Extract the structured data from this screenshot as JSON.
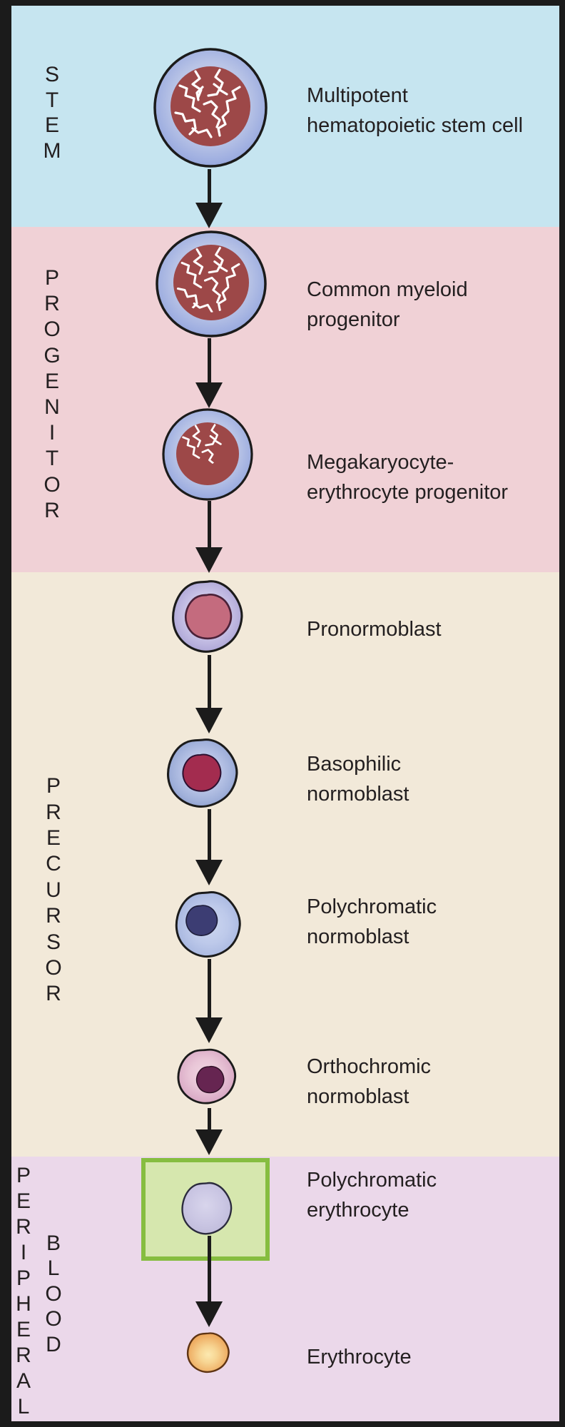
{
  "palette": {
    "frame_border": "#1b1b1b",
    "text": "#231f20",
    "arrow": "#1b1b1b",
    "highlight_box_fill": "#d6e7ae",
    "highlight_box_border": "#86bd40",
    "chromatin_lines": "#ffffff"
  },
  "bands": [
    {
      "label": "STEM",
      "color": "#c6e5f0"
    },
    {
      "label": "PROGENITOR",
      "color": "#f0d1d6"
    },
    {
      "label": "PRECURSOR",
      "color": "#f2e9d9"
    },
    {
      "label": "PERIPHERAL",
      "label_secondary": "BLOOD",
      "color": "#ebd8ea"
    }
  ],
  "stages": [
    {
      "name": "multipotent-hematopoietic-stem-cell",
      "label_lines": [
        "Multipotent",
        "hematopoietic stem cell"
      ],
      "cell": {
        "cytoplasm": "#b9c4e6",
        "nucleus": "#9d4848"
      }
    },
    {
      "name": "common-myeloid-progenitor",
      "label_lines": [
        "Common myeloid",
        "progenitor"
      ],
      "cell": {
        "cytoplasm": "#b9c4e6",
        "nucleus": "#9d4848"
      }
    },
    {
      "name": "megakaryocyte-erythrocyte-progenitor",
      "label_lines": [
        "Megakaryocyte-",
        "erythrocyte progenitor"
      ],
      "cell": {
        "cytoplasm": "#b9c4e6",
        "nucleus": "#9d4848"
      }
    },
    {
      "name": "pronormoblast",
      "label_lines": [
        "Pronormoblast"
      ],
      "cell": {
        "cytoplasm": "#cfcaea",
        "nucleus": "#c46b7e"
      }
    },
    {
      "name": "basophilic-normoblast",
      "label_lines": [
        "Basophilic",
        "normoblast"
      ],
      "cell": {
        "cytoplasm": "#bcc7e8",
        "nucleus": "#a32c4f"
      }
    },
    {
      "name": "polychromatic-normoblast",
      "label_lines": [
        "Polychromatic",
        "normoblast"
      ],
      "cell": {
        "cytoplasm": "#bdc9ea",
        "nucleus": "#3c3d73"
      }
    },
    {
      "name": "orthochromic-normoblast",
      "label_lines": [
        "Orthochromic",
        "normoblast"
      ],
      "cell": {
        "cytoplasm": "#e9c6d7",
        "nucleus": "#662551"
      }
    },
    {
      "name": "polychromatic-erythrocyte",
      "label_lines": [
        "Polychromatic",
        "erythrocyte"
      ],
      "cell": {
        "cytoplasm": "#cac6e3"
      },
      "highlighted": true
    },
    {
      "name": "erythrocyte",
      "label_lines": [
        "Erythrocyte"
      ],
      "cell": {
        "cytoplasm": "#efb269"
      }
    }
  ]
}
